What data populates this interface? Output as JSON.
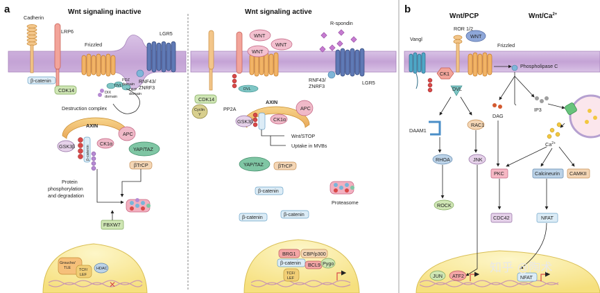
{
  "panel_a": {
    "label": "a",
    "inactive": {
      "title": "Wnt signaling inactive",
      "cadherin": "Cadherin",
      "lrp6": "LRP6",
      "frizzled": "Frizzled",
      "lgr5": "LGR5",
      "rnf43": "RNF43/",
      "znrf3": "ZNRF3",
      "b_catenin": "β-catenin",
      "cdk14": "CDK14",
      "dvl": "DVL",
      "dix": "DIX",
      "pdz": "PDZ",
      "dep": "DEP",
      "domain": "domain",
      "destruction_complex": "Destruction complex",
      "axin": "AXIN",
      "apc": "APC",
      "gsk3b": "GSK3β",
      "ck1a": "CK1α",
      "yap_taz": "YAP/TAZ",
      "btrcp": "βTrCP",
      "protein": "Protein",
      "phosphorylation": "phosphorylation",
      "and_degradation": "and degradation",
      "fbxw7": "FBXW7",
      "groucho": "Groucho/",
      "tle": "TLE",
      "tcf": "TCF/",
      "lef": "LEF",
      "hdac": "HDAC"
    },
    "active": {
      "title": "Wnt signaling active",
      "wnt": "WNT",
      "r_spondin": "R-spondin",
      "rnf43": "RNF43/",
      "znrf3": "ZNRF3",
      "lgr5": "LGR5",
      "cdk14": "CDK14",
      "cyclin": "Cyclin",
      "y": "Y",
      "dvl": "DVL",
      "axin": "AXIN",
      "apc": "APC",
      "pp2a": "PP2A",
      "gsk3b": "GSK3β",
      "ck1a": "CK1α",
      "b_catenin": "β-catenin",
      "wnt_stop": "Wnt/STOP",
      "uptake": "Uptake in MVBs",
      "yap_taz": "YAP/TAZ",
      "btrcp": "βTrCP",
      "proteasome": "Proteasome",
      "brg1": "BRG1",
      "cbp": "CBP/p300",
      "bcl9": "BCL9",
      "pygo": "Pygo",
      "tcf": "TCF/",
      "lef": "LEF"
    }
  },
  "panel_b": {
    "label": "b",
    "pcp_title": "Wnt/PCP",
    "ca_title": "Wnt/Ca",
    "ca_sup": "2+",
    "vangl": "Vangl",
    "ror": "ROR 1/2",
    "wnt": "WNT",
    "frizzled": "Frizzled",
    "ck1": "CK1",
    "dvl": "DVL",
    "phospholipase": "Phospholipase C",
    "daam1": "DAAM1",
    "rac1": "RAC1",
    "rhoa": "RHOA",
    "jnk": "JNK",
    "rock": "ROCK",
    "dag": "DAG",
    "ip3": "IP3",
    "ca": "Ca",
    "pkc": "PKC",
    "calcineurin": "Calcineurin",
    "camkii": "CAMKII",
    "cdc42": "CDC42",
    "nfat_cyto": "NFAT",
    "jun": "JUN",
    "atf2": "ATF2",
    "nfat_nuc": "NFAT"
  },
  "watermark": "知乎 @陶术",
  "colors": {
    "membrane": "#c8a8d8",
    "nucleus": "#fbeea6",
    "dna": "#cfa0b8",
    "btcat_fill": "#dcecf6",
    "btcat_stroke": "#6aa3c8",
    "green": "#cfe6b4",
    "gold": "#f1c56f",
    "pink": "#f0b9c8",
    "red": "#d84848"
  }
}
